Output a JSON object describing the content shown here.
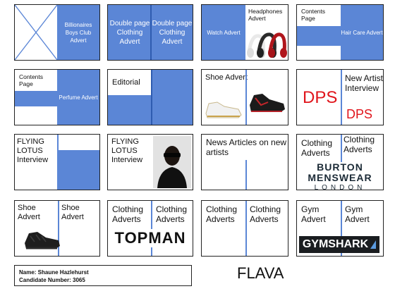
{
  "spreads": [
    {
      "left": "",
      "right": "Billionaires Boys Club Advert"
    },
    {
      "left": "Double page Clothing Advert",
      "right": "Double page Clothing Advert"
    },
    {
      "left": "Watch Advert",
      "right": "Headphones Advert"
    },
    {
      "left": "Contents Page",
      "right": "Hair Care Advert"
    },
    {
      "left": "Contents Page",
      "right": "Perfume Advert"
    },
    {
      "left": "Editorial",
      "right": ""
    },
    {
      "left": "Shoe Advert",
      "right": ""
    },
    {
      "left": "DPS",
      "right_text": "New Artist Interview",
      "right_logo": "DPS"
    },
    {
      "left": "FLYING LOTUS Interview",
      "right": ""
    },
    {
      "left": "FLYING LOTUS Interview",
      "right": ""
    },
    {
      "left": "News Articles on new artists",
      "right": ""
    },
    {
      "left": "Clothing Adverts",
      "right": "Clothing Adverts",
      "logo_line1": "BURTON",
      "logo_line2": "MENSWEAR",
      "logo_line3": "LONDON"
    },
    {
      "left": "Shoe Advert",
      "right": "Shoe Advert"
    },
    {
      "left": "Clothing Adverts",
      "right": "Clothing Adverts",
      "logo": "TOPMAN"
    },
    {
      "left": "Clothing Adverts",
      "right": "Clothing Adverts"
    },
    {
      "left": "Gym Advert",
      "right": "Gym Advert",
      "logo": "GYMSHARK"
    }
  ],
  "footer": {
    "name": "Name: Shaune Hazlehurst",
    "candidate": "Candidate Number: 3065",
    "title": "FLAVA"
  },
  "colors": {
    "panel_blue": "#5b86d6",
    "dps_red": "#e0141b"
  }
}
